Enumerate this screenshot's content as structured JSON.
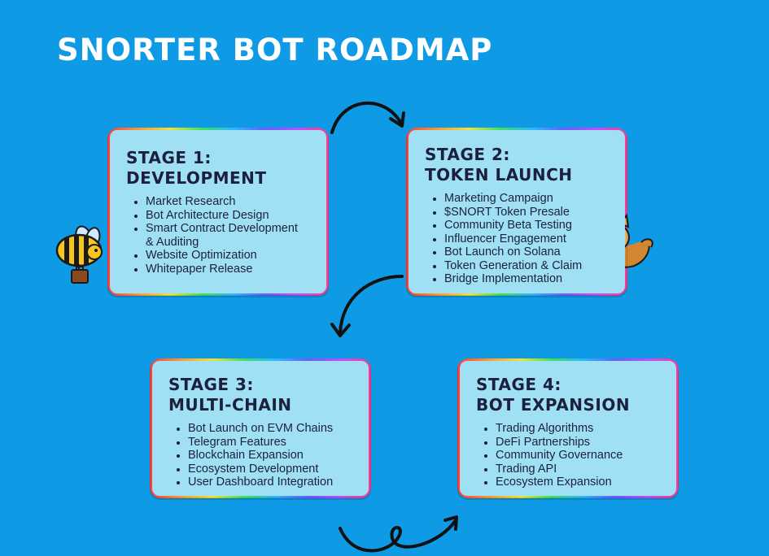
{
  "title": "SNORTER BOT ROADMAP",
  "stages": [
    {
      "heading_line1": "STAGE 1:",
      "heading_line2": "DEVELOPMENT",
      "items": [
        "Market Research",
        "Bot Architecture Design",
        "Smart Contract Development & Auditing",
        "Website Optimization",
        "Whitepaper Release"
      ]
    },
    {
      "heading_line1": "STAGE 2:",
      "heading_line2": "TOKEN LAUNCH",
      "items": [
        "Marketing Campaign",
        "$SNORT Token Presale",
        "Community Beta Testing",
        "Influencer Engagement",
        "Bot Launch on Solana",
        "Token Generation & Claim",
        "Bridge Implementation"
      ]
    },
    {
      "heading_line1": "STAGE 3:",
      "heading_line2": "MULTI-CHAIN",
      "items": [
        "Bot Launch on EVM Chains",
        "Telegram Features",
        "Blockchain Expansion",
        "Ecosystem Development",
        "User Dashboard Integration"
      ]
    },
    {
      "heading_line1": "STAGE 4:",
      "heading_line2": "BOT EXPANSION",
      "items": [
        "Trading Algorithms",
        "DeFi Partnerships",
        "Community Governance",
        "Trading API",
        "Ecosystem Expansion"
      ]
    }
  ],
  "icons": [
    "bee-mascot-icon",
    "dog-mascot-icon",
    "arrow-icon"
  ],
  "colors": {
    "background": "#0f9ae6",
    "card": "#9fe0f4",
    "text": "#1c1f3d"
  }
}
